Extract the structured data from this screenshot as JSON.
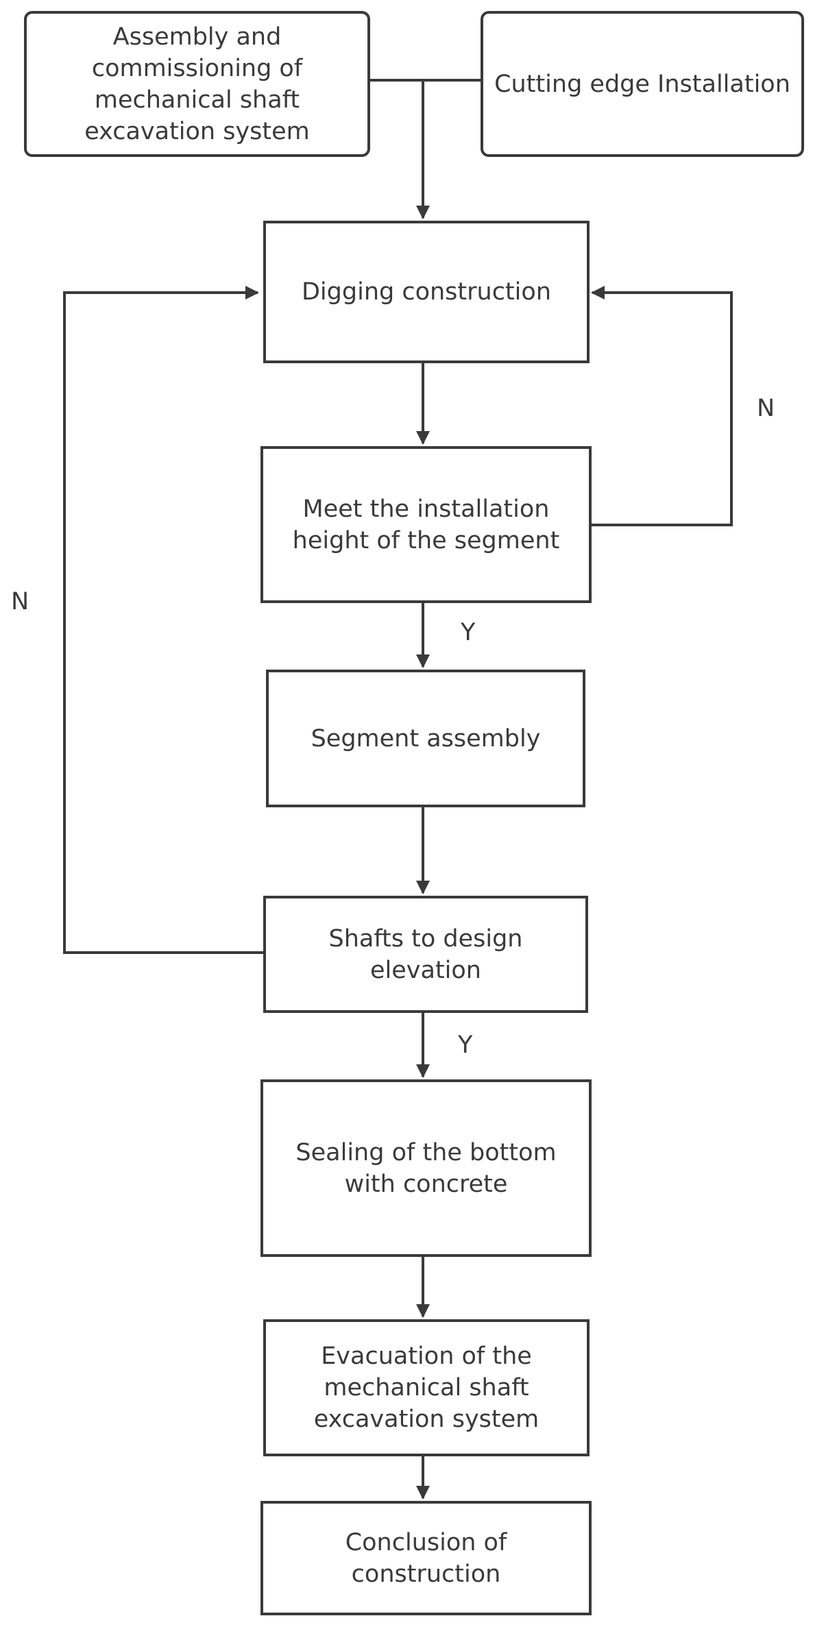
{
  "nodes": {
    "assembly": "Assembly and commissioning of mechanical shaft excavation system",
    "cutting_edge": "Cutting edge Installation",
    "digging": "Digging construction",
    "meet_height": "Meet the installation height of the segment",
    "segment_assembly": "Segment assembly",
    "shafts_elevation": "Shafts to design elevation",
    "sealing": "Sealing of the bottom with concrete",
    "evacuation": "Evacuation of the mechanical shaft excavation system",
    "conclusion": "Conclusion of construction"
  },
  "labels": {
    "no_right": "N",
    "no_left": "N",
    "yes_segment": "Y",
    "yes_sealing": "Y"
  },
  "colors": {
    "stroke": "#3a3a3a",
    "background": "#ffffff"
  }
}
